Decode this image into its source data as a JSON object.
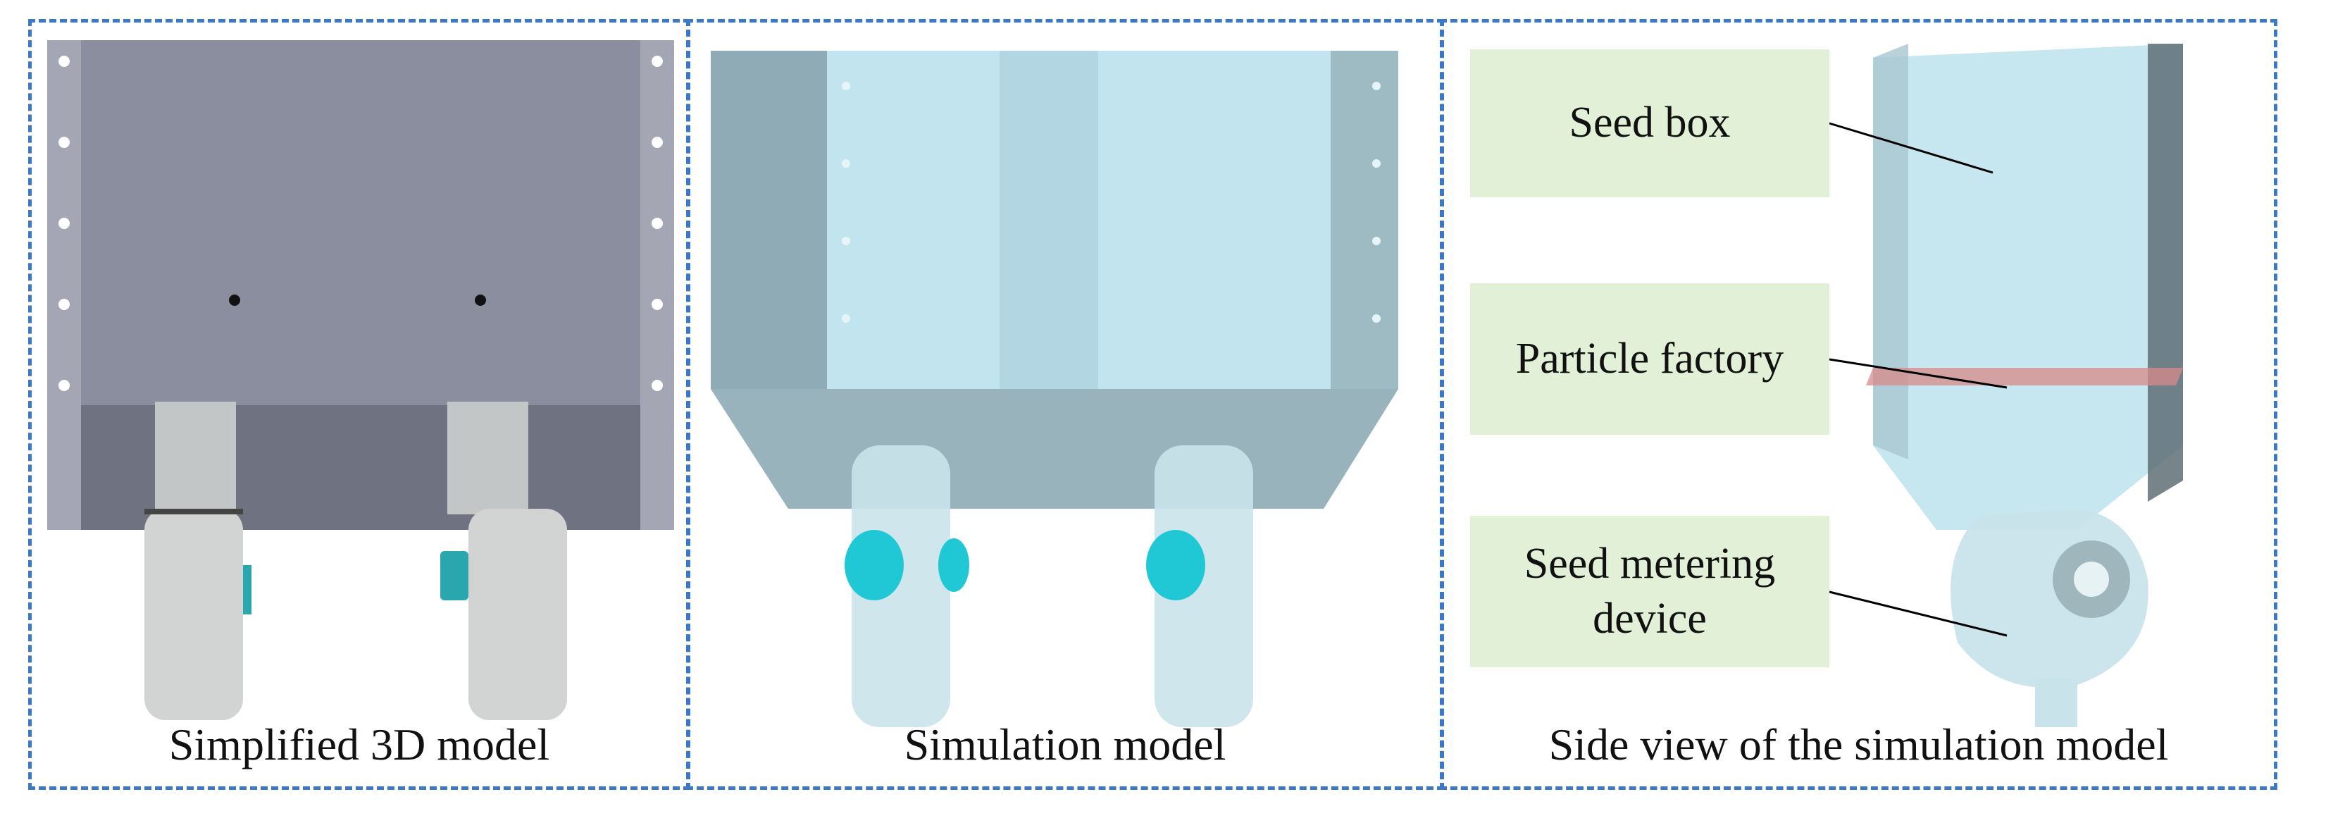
{
  "panels": [
    {
      "caption": "Simplified 3D model"
    },
    {
      "caption": "Simulation model"
    },
    {
      "caption": "Side view of the simulation model"
    }
  ],
  "labels": {
    "seed_box": "Seed box",
    "particle_factory": "Particle factory",
    "seed_metering_device": "Seed metering device"
  },
  "colors": {
    "frame_dash": "#3a78c8",
    "label_fill": "#e2f0d8",
    "metal_box": "#8b8e9e",
    "translucent_box": "#bfe3ee",
    "particle_factory_plane": "#d88a8a",
    "impeller_cyan": "#20c8d6"
  }
}
